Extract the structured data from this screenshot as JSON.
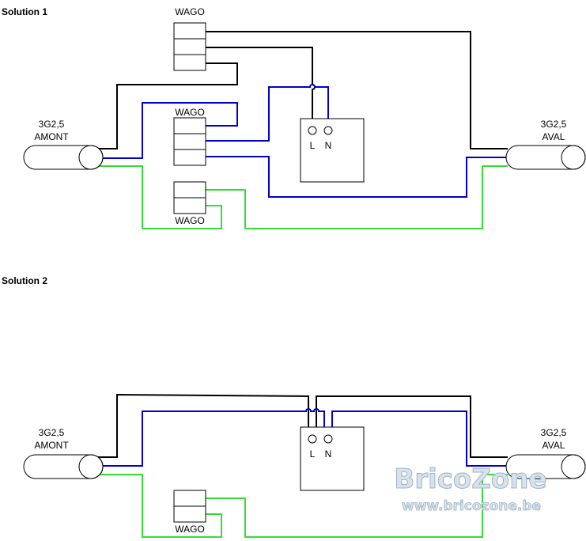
{
  "colors": {
    "live": "#000000",
    "neutral": "#0000cc",
    "earth": "#33dd33",
    "outline": "#000000"
  },
  "solution1": {
    "title": "Solution 1",
    "wago_labels": [
      "WAGO",
      "WAGO",
      "WAGO"
    ],
    "cable_left": {
      "line1": "3G2,5",
      "line2": "AMONT"
    },
    "cable_right": {
      "line1": "3G2,5",
      "line2": "AVAL"
    },
    "terminal_l": "L",
    "terminal_n": "N"
  },
  "solution2": {
    "title": "Solution 2",
    "wago_label": "WAGO",
    "cable_left": {
      "line1": "3G2,5",
      "line2": "AMONT"
    },
    "cable_right": {
      "line1": "3G2,5",
      "line2": "AVAL"
    },
    "terminal_l": "L",
    "terminal_n": "N"
  },
  "watermark": {
    "brand": "BricoZone",
    "url": "www.bricozone.be"
  }
}
